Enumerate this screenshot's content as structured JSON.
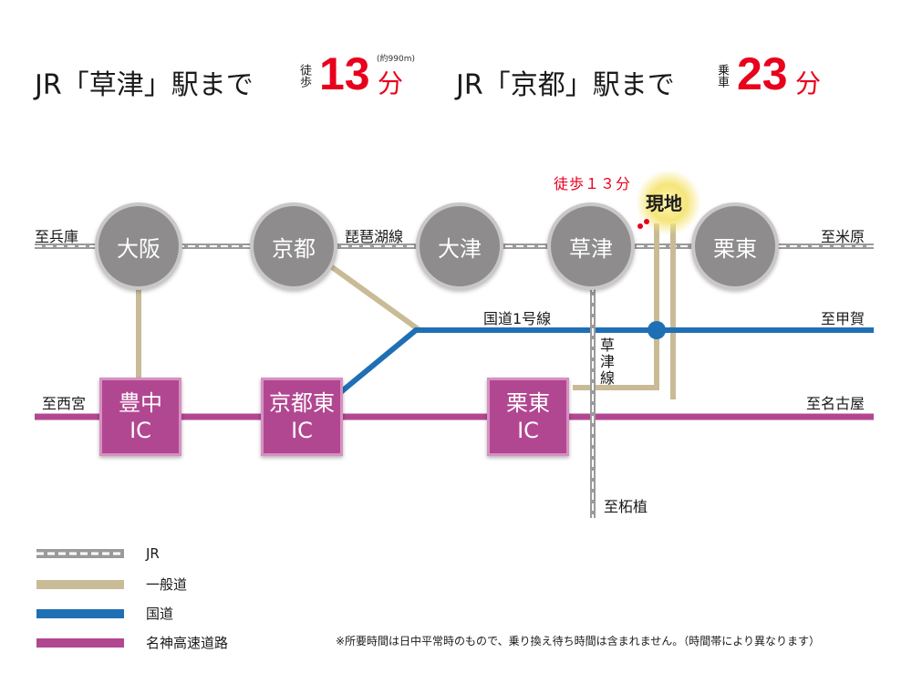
{
  "header": {
    "left": {
      "prefix": "JR「草津」駅まで",
      "mode": "徒歩",
      "value": "13",
      "unit": "分",
      "note": "(約990m)"
    },
    "right": {
      "prefix": "JR「京都」駅まで",
      "mode": "乗車",
      "value": "23",
      "unit": "分"
    }
  },
  "walk_label": "徒歩１３分",
  "current_location": "現地",
  "stations": [
    "大阪",
    "京都",
    "大津",
    "草津",
    "栗東"
  ],
  "interchanges": [
    {
      "line1": "豊中",
      "line2": "IC"
    },
    {
      "line1": "京都東",
      "line2": "IC"
    },
    {
      "line1": "栗東",
      "line2": "IC"
    }
  ],
  "labels": {
    "to_hyogo": "至兵庫",
    "biwako_line": "琵琶湖線",
    "to_maibara": "至米原",
    "route1": "国道1号線",
    "to_koka": "至甲賀",
    "to_nishinomiya": "至西宮",
    "to_nagoya": "至名古屋",
    "kusatsu_line": "草津線",
    "to_tsuge": "至柘植"
  },
  "legend": [
    {
      "label": "JR",
      "type": "jr"
    },
    {
      "label": "一般道",
      "type": "road",
      "color": "#c8bb96"
    },
    {
      "label": "国道",
      "type": "national",
      "color": "#1f6fb5"
    },
    {
      "label": "名神高速道路",
      "type": "expressway",
      "color": "#b24791"
    }
  ],
  "note": "※所要時間は日中平常時のもので、乗り換え待ち時間は含まれません。（時間帯により異なります）",
  "colors": {
    "accent_red": "#e8001c",
    "station_gray": "#8e8c8d",
    "jr_gray": "#9a9a9a",
    "road": "#c8bb96",
    "national": "#1f6fb5",
    "expressway": "#b24791"
  }
}
